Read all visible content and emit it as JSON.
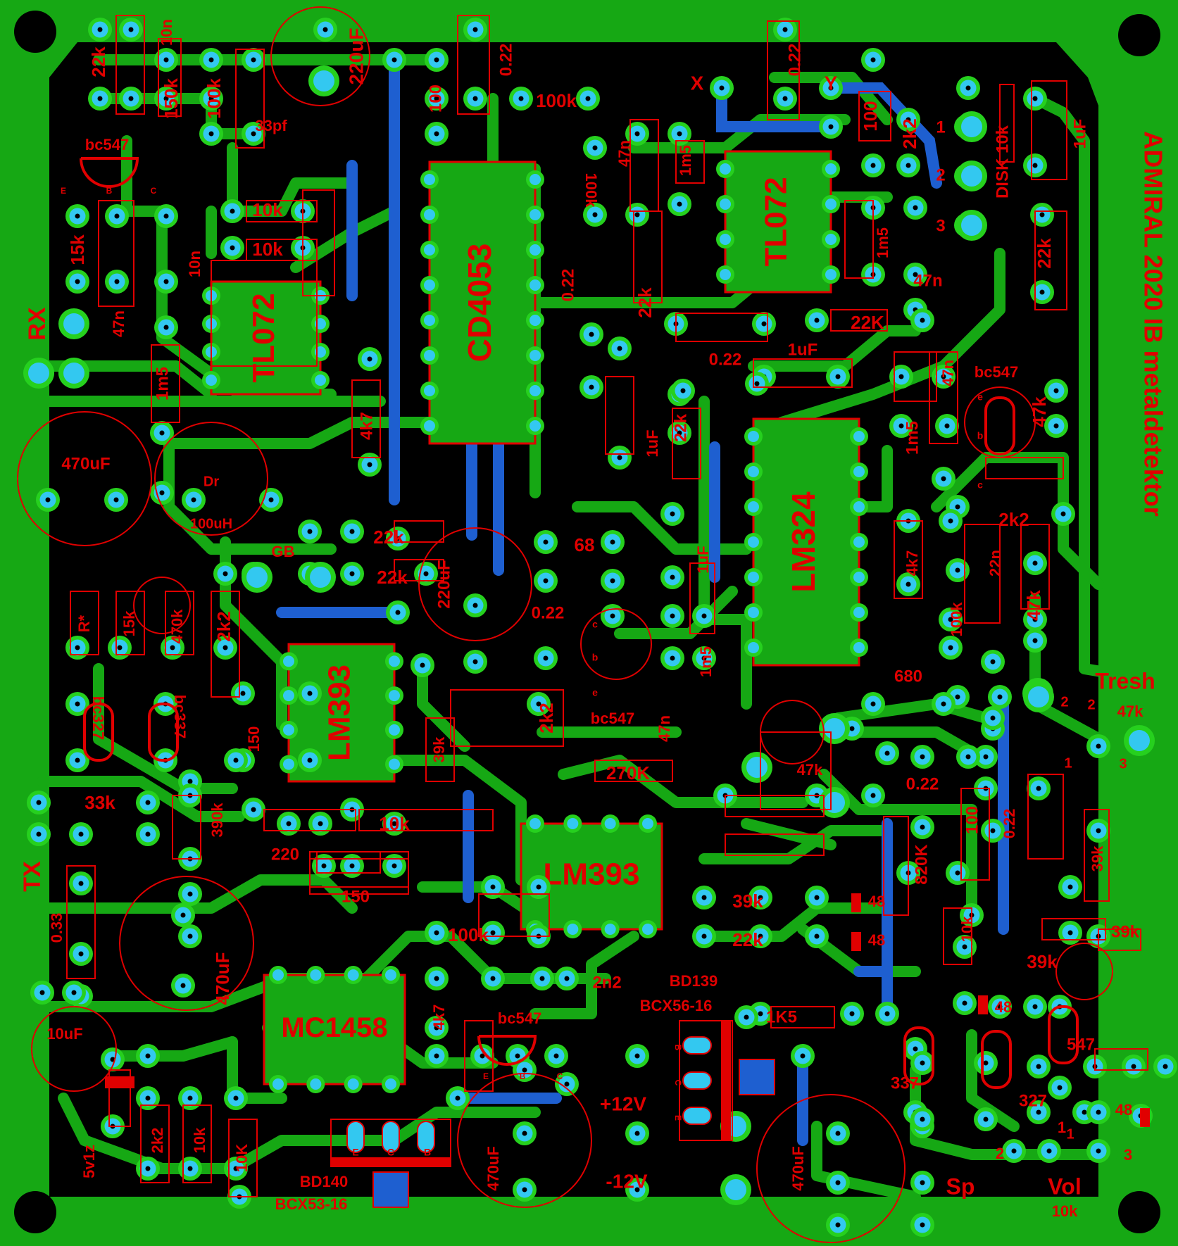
{
  "board": {
    "title": "ADMIRAL 2020 IB metaldetektor",
    "colors": {
      "substrate": "#000000",
      "copper": "#16a814",
      "copper_edge": "#26d01e",
      "pad": "#33c8f0",
      "bottom_trace": "#1e5fd0",
      "silk": "#e00000"
    }
  },
  "chips": [
    {
      "id": "tl072a",
      "label": "TL072"
    },
    {
      "id": "tl072b",
      "label": "TL072"
    },
    {
      "id": "cd4053",
      "label": "CD4053"
    },
    {
      "id": "lm324",
      "label": "LM324"
    },
    {
      "id": "lm393a",
      "label": "LM393"
    },
    {
      "id": "lm393b",
      "label": "LM393"
    },
    {
      "id": "mc1458",
      "label": "MC1458"
    }
  ],
  "labels": {
    "l1": "22k",
    "l2": "10n",
    "l3": "150k",
    "l4": "100k",
    "l5": "33pf",
    "l6": "220uF",
    "l7": "100",
    "l8": "0.22",
    "l9": "100k",
    "l10": "0.22",
    "l11": "Y",
    "l12": "X",
    "l13": "100",
    "l14": "2k2",
    "l15": "DISK 10k",
    "l16": "1uF",
    "l17": "bc547",
    "l18": "15k",
    "l19": "47n",
    "l20": "10n",
    "l21": "10k",
    "l22": "10k",
    "l23": "47n",
    "l24": "100k",
    "l25": "1m5",
    "l26": "1m5",
    "l27": "47n",
    "l28": "0.22",
    "l29": "22k",
    "l30": "22K",
    "l31": "0.22",
    "l32": "1uF",
    "l33": "22k",
    "l34": "RX",
    "l35": "1m5",
    "l36": "4k7",
    "l37": "1uF",
    "l38": "22k",
    "l39": "bc547",
    "l40": "47n",
    "l41": "1m5",
    "l42": "47k",
    "l43": "470uF",
    "l44": "Dr",
    "l45": "100uH",
    "l46": "GB",
    "l47": "22k",
    "l48": "22k",
    "l49": "68",
    "l50": "0.22",
    "l51": "1uF",
    "l52": "2k2",
    "l53": "4k7",
    "l54": "22n",
    "l55": "100k",
    "l56": "47k",
    "l57": "R*",
    "l58": "15k",
    "l59": "470k",
    "l60": "2k2",
    "l61": "220uF",
    "l62": "bc327",
    "l63": "bc337",
    "l64": "150",
    "l65": "39k",
    "l66": "1m5",
    "l67": "bc547",
    "l68": "47n",
    "l69": "2k2",
    "l70": "680",
    "l71": "Tresh",
    "l72": "47k",
    "l73": "270K",
    "l74": "47k",
    "l75": "0.22",
    "l76": "33k",
    "l77": "390k",
    "l78": "220",
    "l79": "10k",
    "l80": "150",
    "l81": "100",
    "l82": "0.22",
    "l83": "39k",
    "l84": "TX",
    "l85": "0.33",
    "l86": "470uF",
    "l87": "820K",
    "l88": "39k",
    "l89": "48",
    "l90": "22k",
    "l91": "48",
    "l92": "100k",
    "l93": "10k",
    "l94": "39k",
    "l95": "39k",
    "l96": "2n2",
    "l97": "BD139",
    "l98": "BCX56-16",
    "l99": "48",
    "l100": "1K5",
    "l101": "4k7",
    "l102": "bc547",
    "l103": "10uF",
    "l104": "547",
    "l105": "337",
    "l106": "327",
    "l107": "+12V",
    "l108": "5v1z",
    "l109": "2k2",
    "l110": "10k",
    "l111": "10K",
    "l112": "BD140",
    "l113": "BCX53-16",
    "l114": "470uF",
    "l115": "-12V",
    "l116": "470uF",
    "l117": "Sp",
    "l118": "Vol",
    "l119": "10k",
    "l120": "48",
    "p1": "1",
    "p2": "2",
    "p3": "3",
    "p4": "1",
    "p5": "2",
    "p6": "3",
    "p7": "1",
    "p8": "2",
    "p9": "3",
    "p10": "2",
    "p11": "1",
    "pinE1": "E",
    "pinB1": "B",
    "pinC1": "C",
    "pinE2": "E",
    "pinB2": "B",
    "pinC2": "C",
    "pinE3": "E",
    "pinC3": "C",
    "pinB3": "B",
    "pine1": "e",
    "pinb1": "b",
    "pinc1": "c",
    "pinc2": "c",
    "pinb2": "b",
    "pine2": "e",
    "pinB4": "B",
    "pinC4": "C",
    "pinE4": "E"
  }
}
